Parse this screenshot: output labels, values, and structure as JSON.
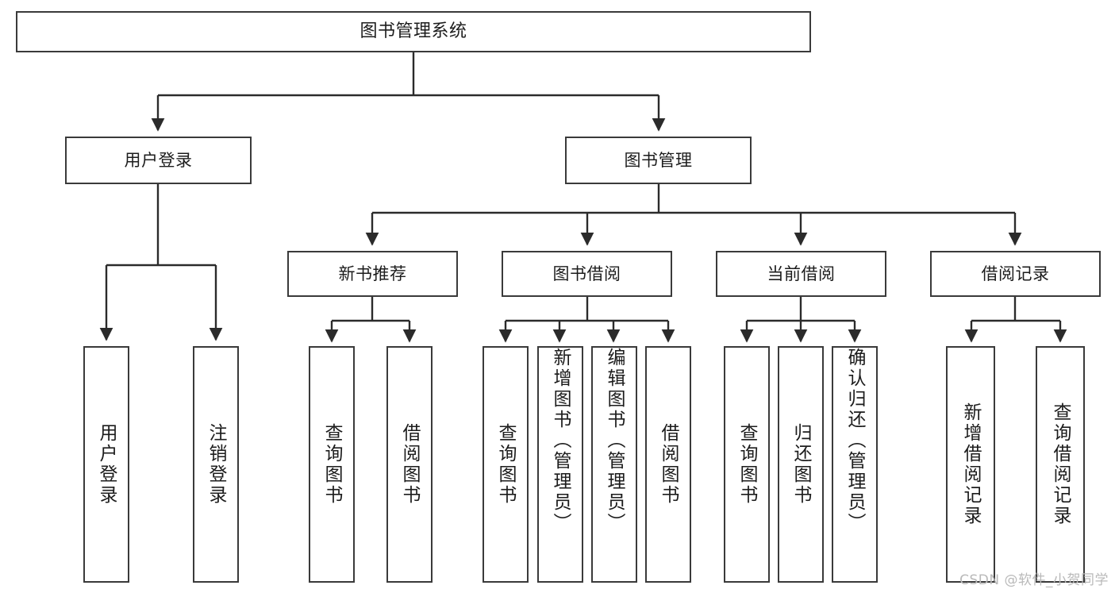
{
  "diagram": {
    "type": "tree-hierarchy-chart",
    "title": "图书管理系统",
    "stroke_color": "#3a3a3a",
    "fill_color": "#ffffff",
    "text_color": "#1c1c1c"
  },
  "nodes": {
    "root": {
      "label": "图书管理系统"
    },
    "level2": [
      {
        "label": "用户登录"
      },
      {
        "label": "图书管理"
      }
    ],
    "level3": [
      {
        "label": "新书推荐"
      },
      {
        "label": "图书借阅"
      },
      {
        "label": "当前借阅"
      },
      {
        "label": "借阅记录"
      }
    ],
    "leaves_user_login": [
      {
        "label": "用户登录"
      },
      {
        "label": "注销登录"
      }
    ],
    "leaves_new_books": [
      {
        "label": "查询图书"
      },
      {
        "label": "借阅图书"
      }
    ],
    "leaves_borrow": [
      {
        "label": "查询图书"
      },
      {
        "label": "新增图书（管理员）"
      },
      {
        "label": "编辑图书（管理员）"
      },
      {
        "label": "借阅图书"
      }
    ],
    "leaves_current": [
      {
        "label": "查询图书"
      },
      {
        "label": "归还图书"
      },
      {
        "label": "确认归还（管理员）"
      }
    ],
    "leaves_records": [
      {
        "label": "新增借阅记录"
      },
      {
        "label": "查询借阅记录"
      }
    ]
  },
  "watermark": {
    "text": "CSDN @软件_小贺同学"
  }
}
